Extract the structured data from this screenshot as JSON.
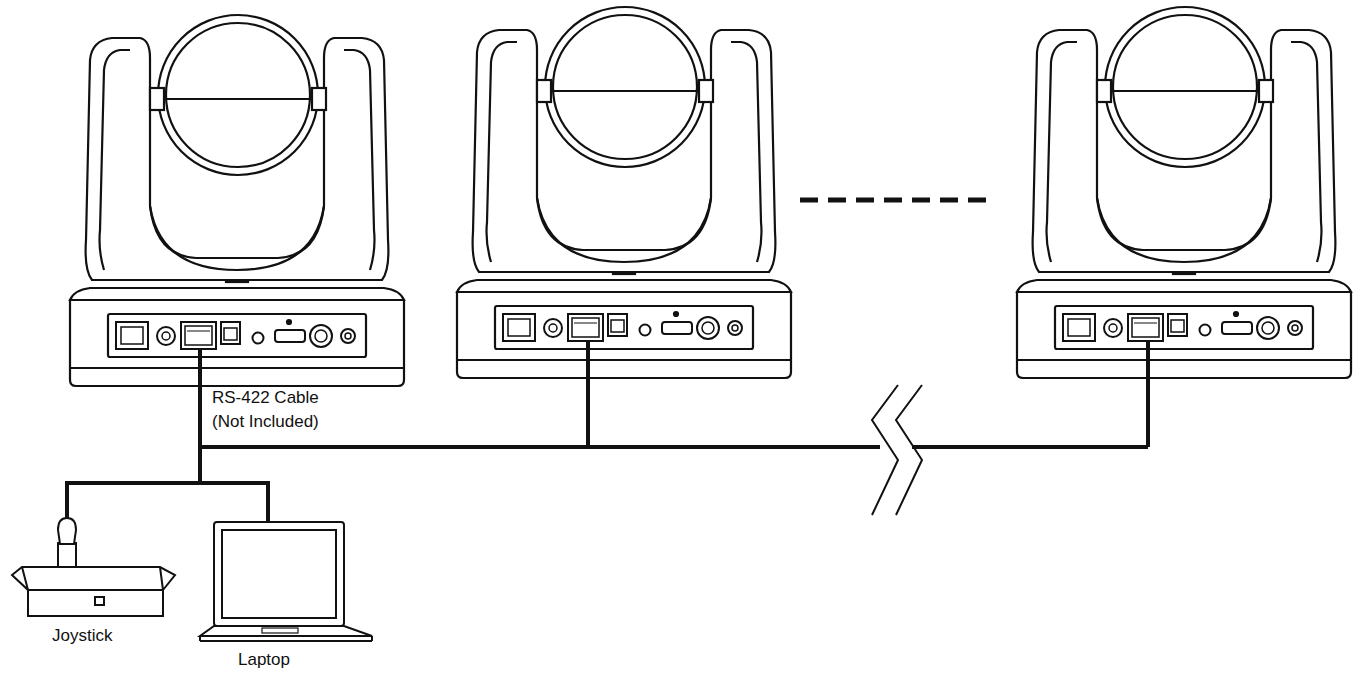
{
  "diagram": {
    "labels": [
      "RS-422 Cable (Not Included)",
      "Joystick",
      "Laptop"
    ]
  }
}
